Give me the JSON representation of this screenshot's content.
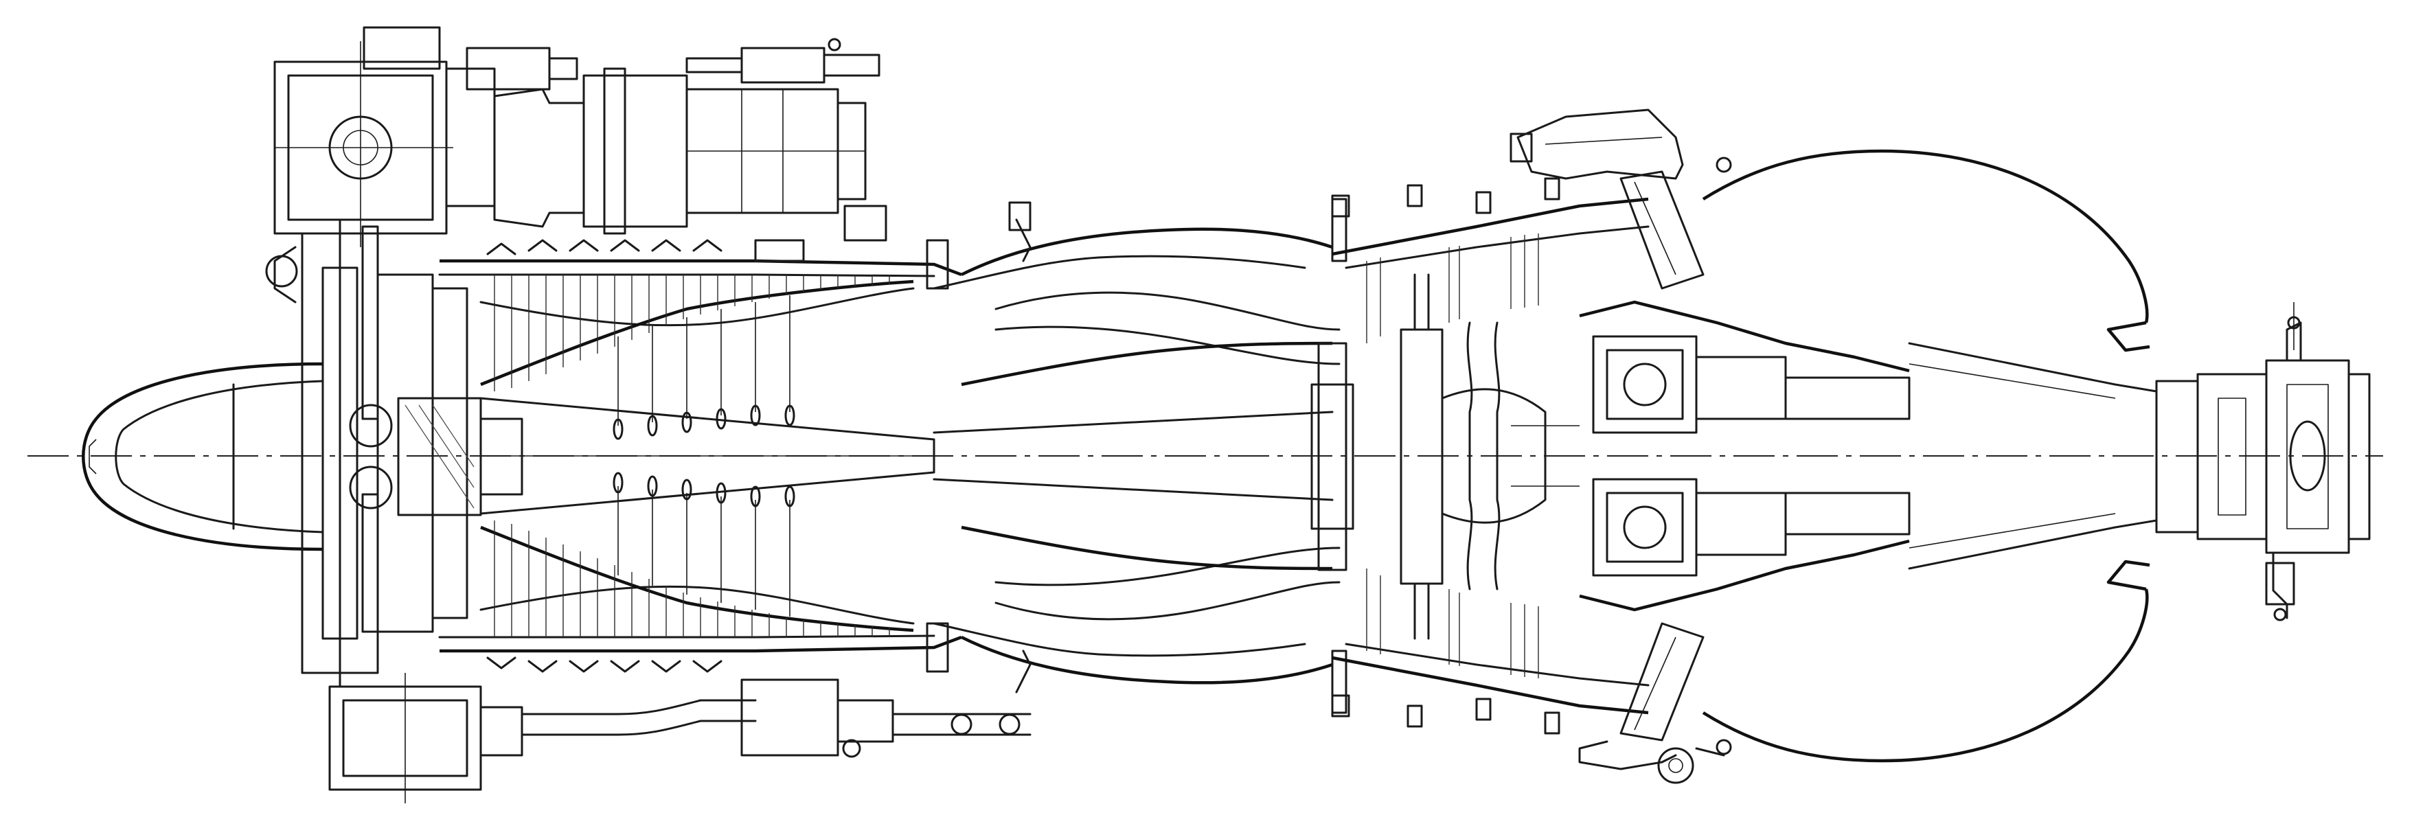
{
  "figure": {
    "kind": "engine-cross-section-line-drawing",
    "stroke_color": "#1a1a1a",
    "background_color": "#ffffff",
    "compressor_stage_count": 12,
    "turbine_stage_count": 3,
    "diffuser_strut_count": 8
  }
}
